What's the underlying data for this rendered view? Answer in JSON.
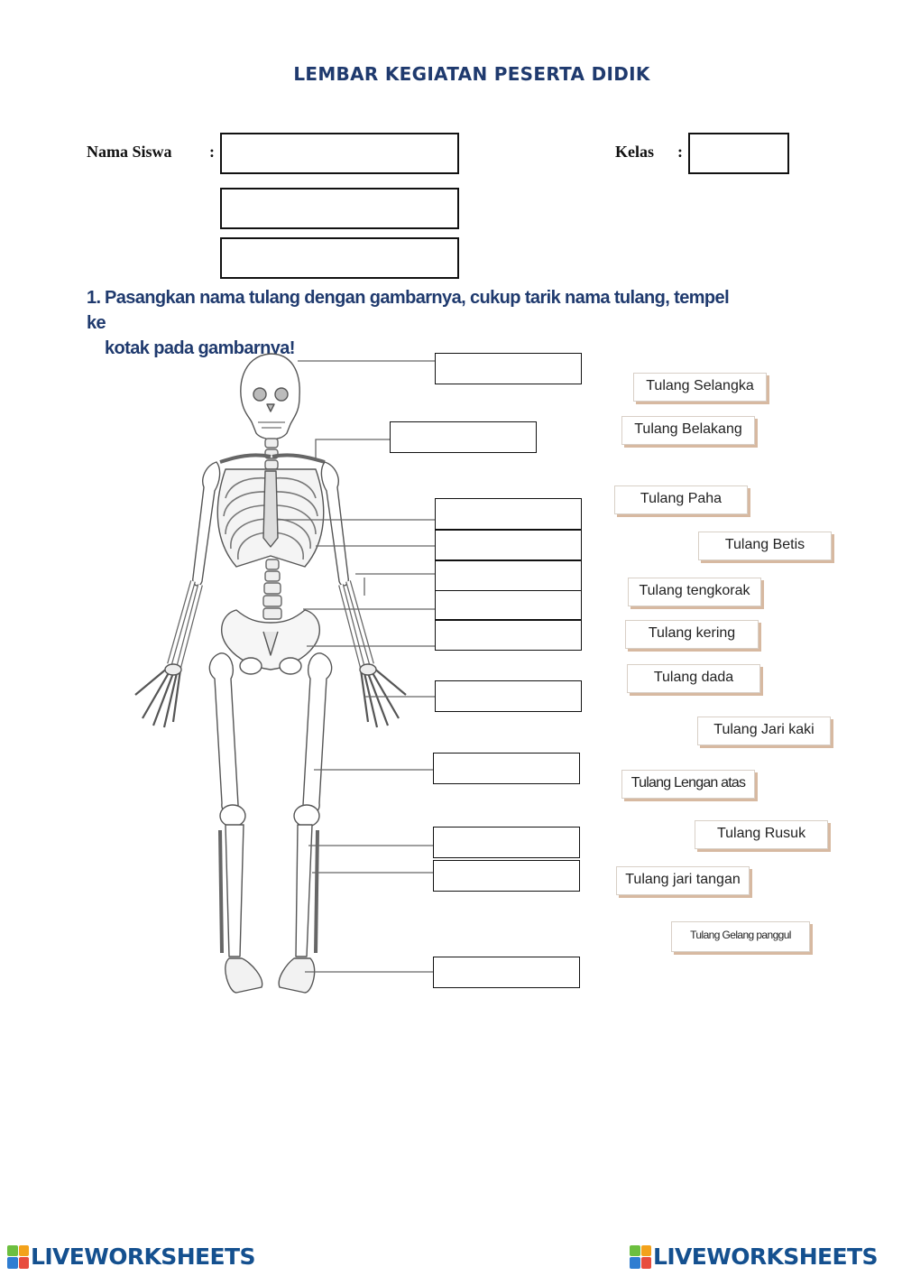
{
  "title": "LEMBAR KEGIATAN PESERTA DIDIK",
  "student_label": "Nama Siswa",
  "class_label": "Kelas",
  "colon": ":",
  "instruction_number": "1.",
  "instruction_line1": "Pasangkan nama tulang dengan gambarnya, cukup tarik nama tulang, tempel ke",
  "instruction_line2": "kotak pada gambarnya!",
  "bone_names": [
    "Tulang Selangka",
    "Tulang Belakang",
    "Tulang Paha",
    "Tulang Betis",
    "Tulang tengkorak",
    "Tulang kering",
    "Tulang dada",
    "Tulang Jari kaki",
    "Tulang Lengan atas",
    "Tulang Rusuk",
    "Tulang jari tangan",
    "Tulang Gelang panggul"
  ],
  "footer": {
    "brand": "LIVEWORKSHEETS",
    "logo_colors": [
      "#6cbf3f",
      "#f3a21b",
      "#2f7dd1",
      "#e84c3d"
    ]
  }
}
